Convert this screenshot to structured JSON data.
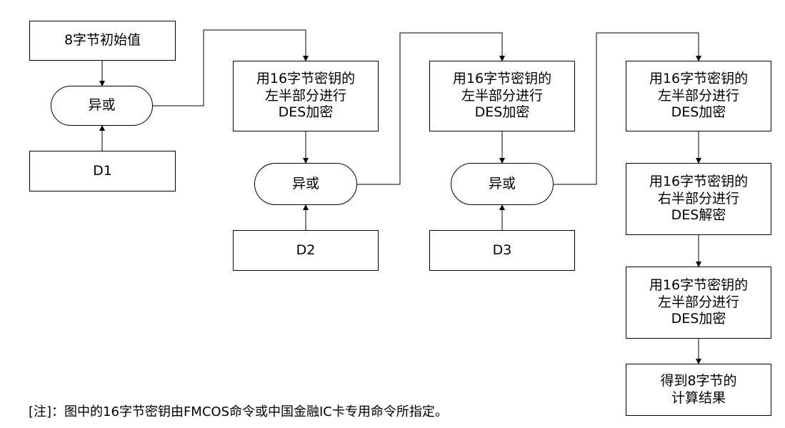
{
  "nodes": {
    "init_value": "8字节初始值",
    "xor1": "异或",
    "d1": "D1",
    "encrypt1": "用16字节密钥的\n左半部分进行\nDES加密",
    "xor2": "异或",
    "d2": "D2",
    "encrypt2": "用16字节密钥的\n左半部分进行\nDES加密",
    "xor3": "异或",
    "d3": "D3",
    "encrypt3": "用16字节密钥的\n左半部分进行\nDES加密",
    "decrypt_right": "用16字节密钥的\n右半部分进行\nDES解密",
    "encrypt_final": "用16字节密钥的\n左半部分进行\nDES加密",
    "result": "得到8字节的\n计算结果"
  },
  "note": "[注]：图中的16字节密钥由FMCOS命令或中国金融IC卡专用命令所指定。"
}
